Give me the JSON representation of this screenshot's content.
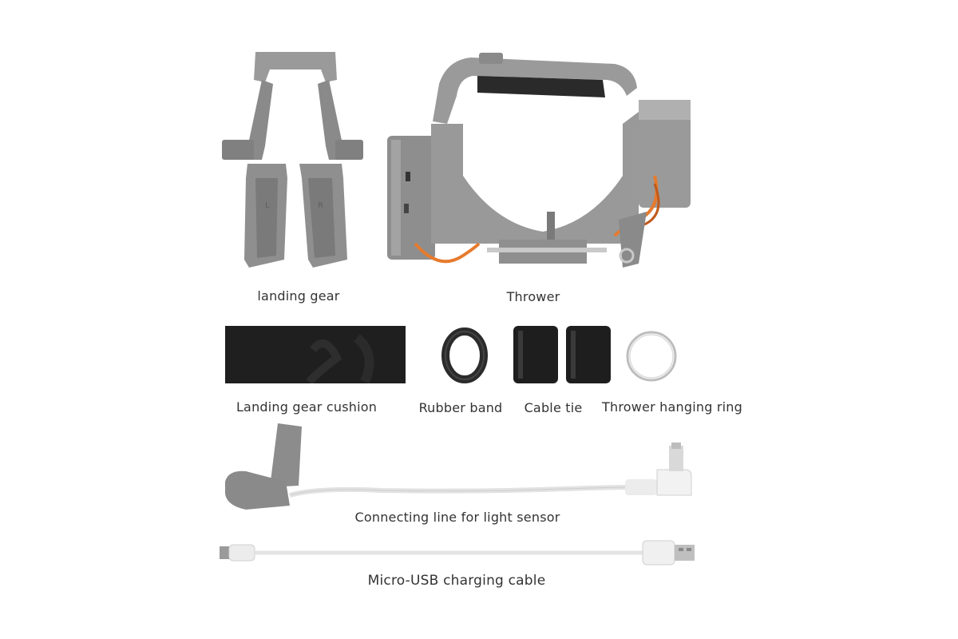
{
  "colors": {
    "plastic": "#8f8f8f",
    "plastic_light": "#a6a6a6",
    "plastic_dark": "#6f6f6f",
    "foam": "#1e1e1e",
    "wire_orange": "#e67a2e",
    "cable_white": "#e8e8e8",
    "text": "#333333"
  },
  "labels": {
    "landing_gear": "landing gear",
    "thrower": "Thrower",
    "cushion": "Landing gear cushion",
    "rubber_band": "Rubber band",
    "cable_tie": "Cable tie",
    "hanging_ring": "Thrower hanging ring",
    "light_sensor_line": "Connecting line for light sensor",
    "usb_cable": "Micro-USB charging cable"
  },
  "leg_marks": [
    "L",
    "R"
  ]
}
